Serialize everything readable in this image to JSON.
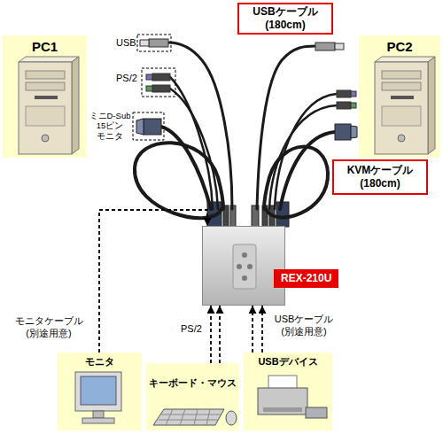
{
  "diagram": {
    "nodes": [
      {
        "text": [
          "PC1"
        ]
      },
      {
        "text": [
          "USBケーブル (180cm)"
        ]
      },
      {
        "text": [
          "PC2"
        ]
      },
      {
        "text": [
          "KVMケーブル (180cm)"
        ]
      },
      {
        "text": [
          "REX-210U"
        ]
      },
      {
        "text": [
          "モニタ"
        ]
      },
      {
        "text": [
          "キーボード・マウス"
        ]
      },
      {
        "text": [
          "USBデバイス"
        ]
      }
    ],
    "edges": [
      {
        "from": 5,
        "to": 4,
        "arrow": "to",
        "label": "モニタケーブル (別途用意)"
      },
      {
        "from": 6,
        "to": 4,
        "arrow": "to",
        "label": "PS/2"
      },
      {
        "from": 6,
        "to": 4,
        "arrow": "to"
      },
      {
        "from": 7,
        "to": 4,
        "arrow": "to",
        "label": "USBケーブル (別途用意)"
      },
      {
        "from": 7,
        "to": 4,
        "arrow": "to"
      }
    ],
    "labels": [
      "USB",
      "PS/2",
      "ミニD-Sub 15ピン モニタ"
    ]
  }
}
